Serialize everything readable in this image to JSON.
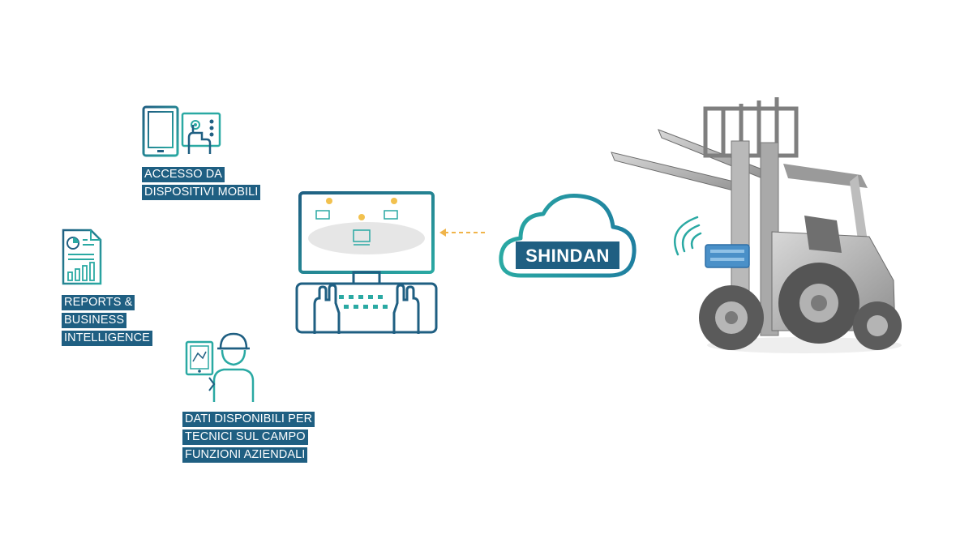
{
  "labels": {
    "mobile": [
      "ACCESSO DA",
      "DISPOSITIVI MOBILI"
    ],
    "reports": [
      "REPORTS &",
      "BUSINESS",
      "INTELLIGENCE"
    ],
    "field": [
      "DATI DISPONIBILI PER",
      "TECNICI SUL CAMPO",
      "FUNZIONI AZIENDALI"
    ]
  },
  "cloud": {
    "label": "SHINDAN"
  },
  "colors": {
    "teal": "#2aa9a3",
    "navy": "#1f5f82",
    "arrow": "#f0b44a",
    "label_bg": "#1f5f82"
  },
  "icons": {
    "mobile": [
      "tablet-icon",
      "touch-panel-icon"
    ],
    "reports": "report-document-icon",
    "field": "field-technician-icon",
    "computer": "computer-monitor-icon",
    "cloud": "cloud-icon",
    "signal": "wireless-signal-icon",
    "forklift": "forklift-image"
  }
}
